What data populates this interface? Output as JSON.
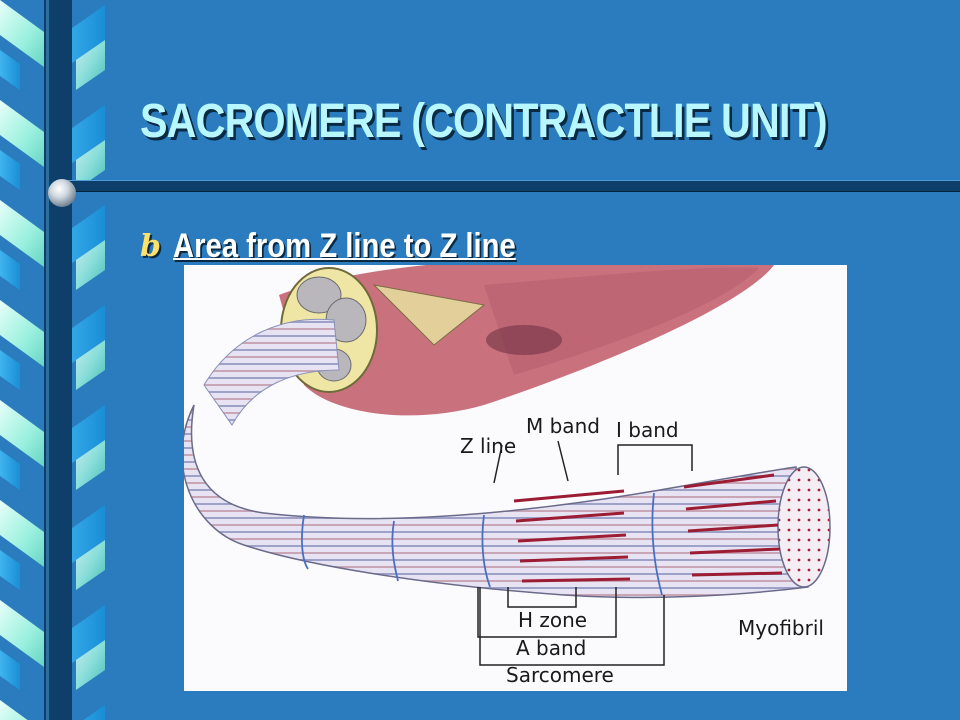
{
  "slide": {
    "title": "SACROMERE (CONTRACTLIE UNIT)",
    "bullets": [
      {
        "glyph": "b",
        "text": "Area from Z line to Z line"
      }
    ]
  },
  "diagram": {
    "labels": {
      "m_band": "M band",
      "i_band": "I band",
      "z_line": "Z line",
      "h_zone": "H zone",
      "a_band": "A band",
      "sarcomere": "Sarcomere",
      "myofibril": "Myofibril"
    }
  },
  "colors": {
    "background": "#2a7cbf",
    "title": "#b9f7ff",
    "bullet_text": "#ffffff",
    "bullet_glyph": "#ffe06a"
  }
}
